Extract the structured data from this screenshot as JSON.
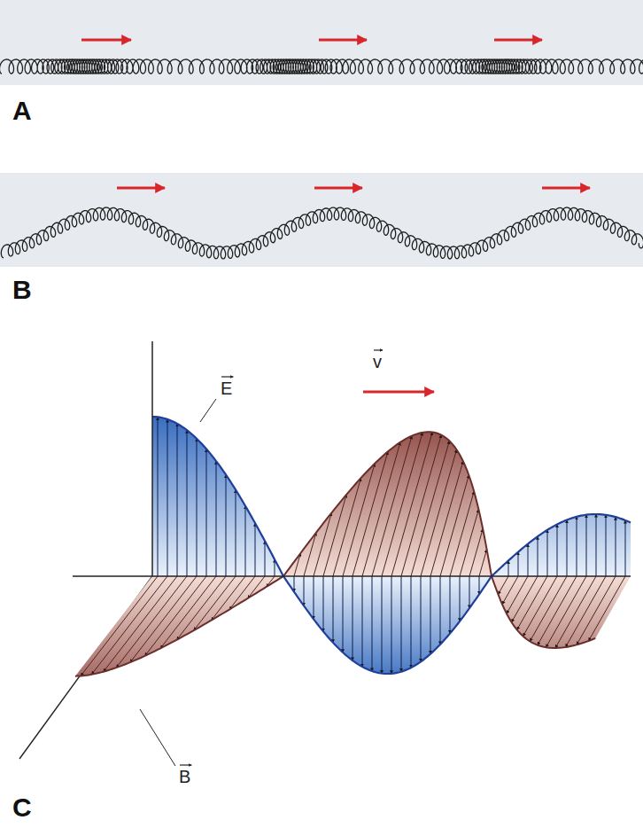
{
  "diagram": {
    "labels": [
      "A",
      "B",
      "E",
      "v",
      "B",
      "C"
    ]
  }
}
